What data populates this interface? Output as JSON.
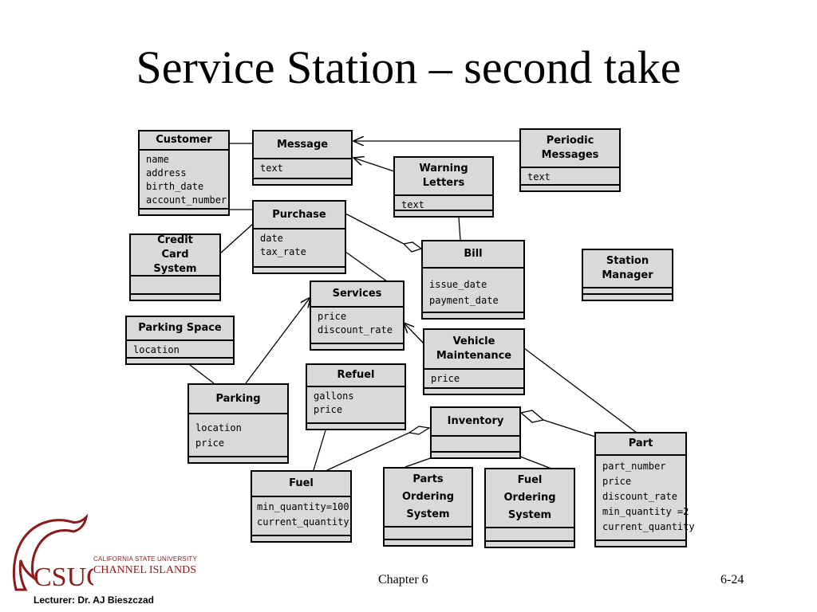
{
  "slide": {
    "title": "Service Station – second take",
    "footer_center": "Chapter 6",
    "footer_right": "6-24",
    "lecturer": "Lecturer: Dr. AJ Bieszczad"
  },
  "logo": {
    "line1": "CALIFORNIA STATE UNIVERSITY",
    "line2": "CHANNEL ISLANDS",
    "mark": "CSUCI",
    "color": "#8b1a1a"
  },
  "classes": {
    "customer": {
      "name": "Customer",
      "attrs": [
        "name",
        "address",
        "birth_date",
        "account_number"
      ]
    },
    "message": {
      "name": "Message",
      "attrs": [
        "text"
      ]
    },
    "periodic_messages": {
      "name": "Periodic Messages",
      "attrs": [
        "text"
      ]
    },
    "warning_letters": {
      "name": "Warning Letters",
      "attrs": [
        "text"
      ]
    },
    "credit_card_system": {
      "name": "Credit Card System",
      "attrs": []
    },
    "purchase": {
      "name": "Purchase",
      "attrs": [
        "date",
        "tax_rate"
      ]
    },
    "bill": {
      "name": "Bill",
      "attrs": [
        "issue_date",
        "payment_date"
      ]
    },
    "station_manager": {
      "name": "Station Manager",
      "attrs": []
    },
    "parking_space": {
      "name": "Parking Space",
      "attrs": [
        "location"
      ]
    },
    "services": {
      "name": "Services",
      "attrs": [
        "price",
        "discount_rate"
      ]
    },
    "vehicle_maintenance": {
      "name": "Vehicle Maintenance",
      "attrs": [
        "price"
      ]
    },
    "parking": {
      "name": "Parking",
      "attrs": [
        "location",
        "price"
      ]
    },
    "refuel": {
      "name": "Refuel",
      "attrs": [
        "gallons",
        "price"
      ]
    },
    "inventory": {
      "name": "Inventory",
      "attrs": []
    },
    "part": {
      "name": "Part",
      "attrs": [
        "part_number",
        "price",
        "discount_rate",
        "min_quantity =2",
        "current_quantity"
      ]
    },
    "fuel": {
      "name": "Fuel",
      "attrs": [
        "min_quantity=100",
        "current_quantity"
      ]
    },
    "parts_ordering_system": {
      "name": "Parts Ordering System",
      "attrs": []
    },
    "fuel_ordering_system": {
      "name": "Fuel Ordering System",
      "attrs": []
    }
  }
}
